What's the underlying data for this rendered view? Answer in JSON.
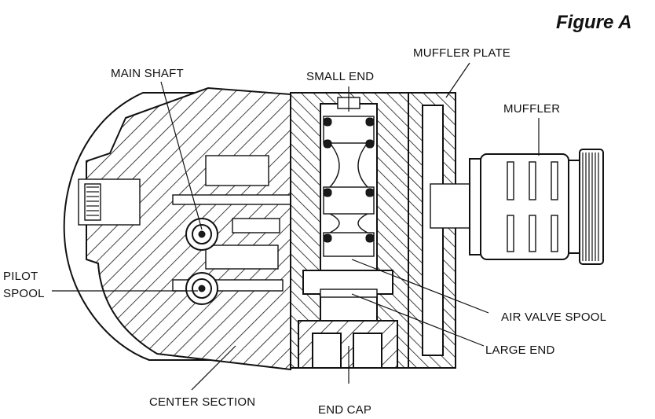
{
  "figure_title": "Figure A",
  "labels": {
    "main_shaft": "MAIN SHAFT",
    "small_end": "SMALL END",
    "muffler_plate": "MUFFLER PLATE",
    "muffler": "MUFFLER",
    "pilot_line1": "PILOT",
    "pilot_line2": "SPOOL",
    "air_valve_spool": "AIR VALVE SPOOL",
    "large_end": "LARGE END",
    "center_section": "CENTER SECTION",
    "end_cap": "END CAP"
  }
}
